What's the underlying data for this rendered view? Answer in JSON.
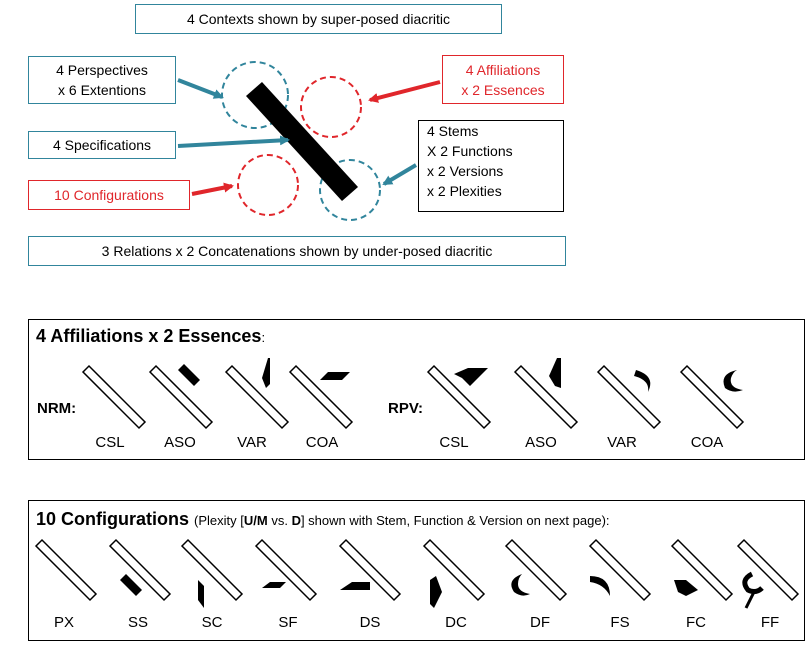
{
  "diagram": {
    "top_label": "4 Contexts shown by super-posed diacritic",
    "perspectives": [
      "4 Perspectives",
      "x 6 Extentions"
    ],
    "specifications": "4 Specifications",
    "configurations": "10 Configurations",
    "affiliations": [
      "4 Affiliations",
      "x 2 Essences"
    ],
    "stems": [
      "4 Stems",
      "X 2  Functions",
      "x 2 Versions",
      "x 2 Plexities"
    ],
    "bottom_label": "3 Relations x 2 Concatenations shown by under-posed diacritic",
    "colors": {
      "teal": "#31859c",
      "red": "#e0262b",
      "black": "#000000"
    }
  },
  "affiliations_panel": {
    "title": "4 Affiliations x 2 Essences",
    "title_suffix": ":",
    "nrm_label": "NRM:",
    "rpv_label": "RPV:",
    "nrm_glyphs": [
      "CSL",
      "ASO",
      "VAR",
      "COA"
    ],
    "rpv_glyphs": [
      "CSL",
      "ASO",
      "VAR",
      "COA"
    ]
  },
  "configurations_panel": {
    "title": "10 Configurations",
    "note_prefix": "(Plexity [",
    "note_um": "U/M",
    "note_vs": " vs. ",
    "note_d": "D",
    "note_suffix": "] shown with Stem, Function & Version on next page):",
    "glyphs": [
      "PX",
      "SS",
      "SC",
      "SF",
      "DS",
      "DC",
      "DF",
      "FS",
      "FC",
      "FF"
    ]
  }
}
